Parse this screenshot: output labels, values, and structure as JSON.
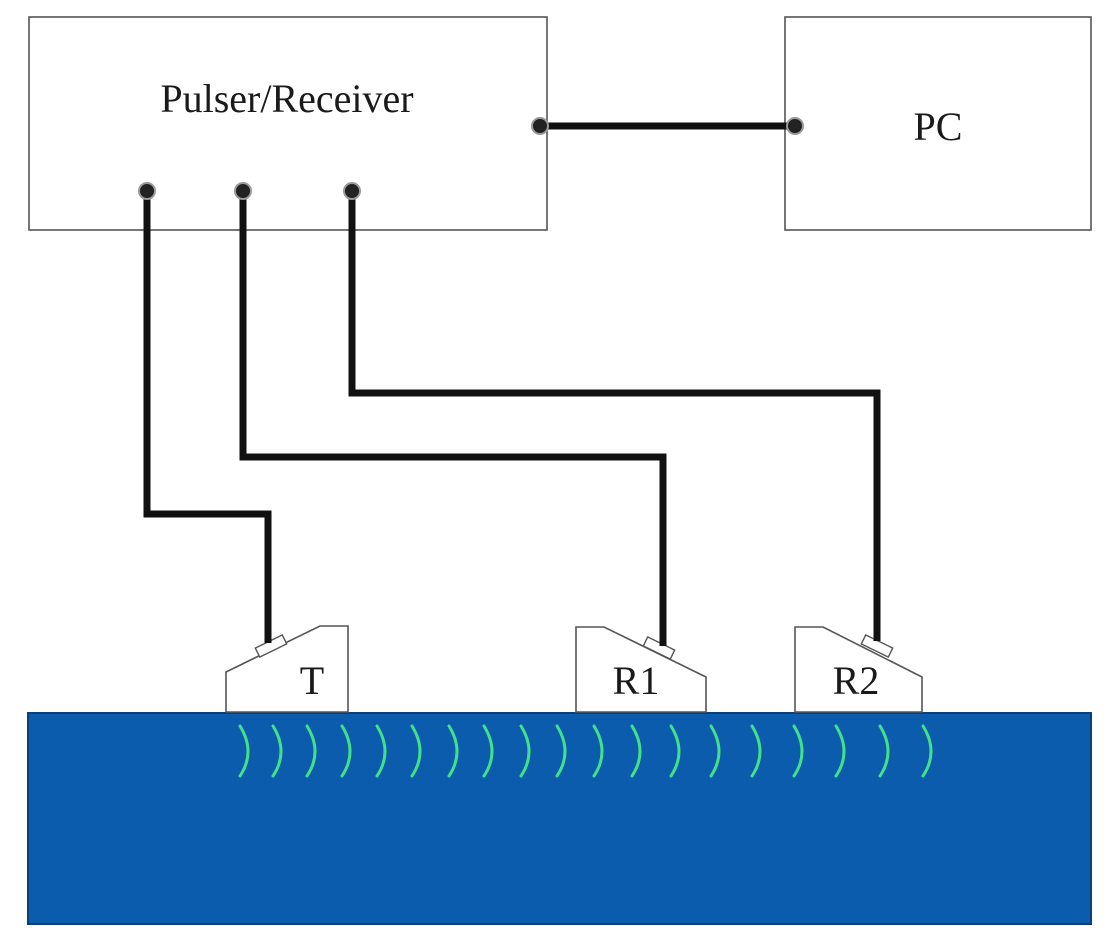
{
  "devices": {
    "pulser_receiver": {
      "label": "Pulser/Receiver"
    },
    "pc": {
      "label": "PC"
    }
  },
  "transducers": [
    {
      "id": "t",
      "label": "T"
    },
    {
      "id": "r1",
      "label": "R1"
    },
    {
      "id": "r2",
      "label": "R2"
    }
  ],
  "colors": {
    "specimen": "#0b5cad",
    "wave": "#43e08a",
    "cable": "#111111",
    "outline": "#555555"
  }
}
